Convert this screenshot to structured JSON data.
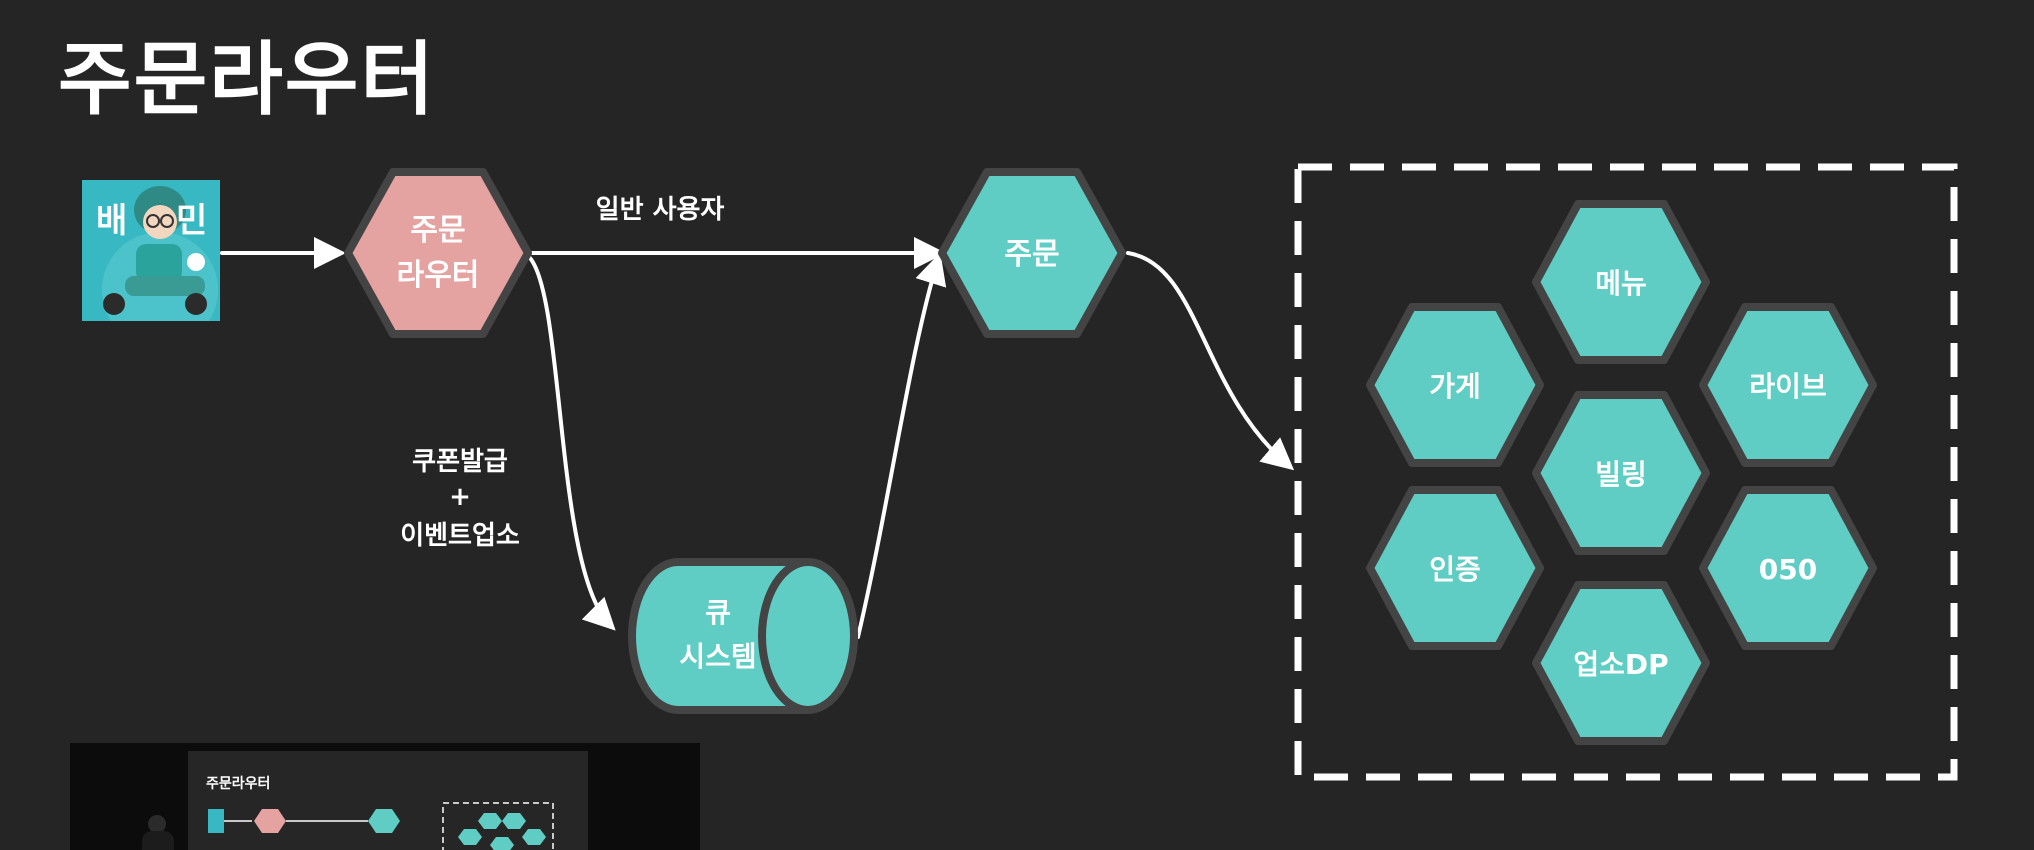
{
  "title": "주문라우터",
  "colors": {
    "background": "#252525",
    "teal": "#5fcdc4",
    "pink": "#e4a2a0",
    "hex_border": "#444444",
    "arrow": "#ffffff"
  },
  "app_icon": {
    "left_text": "배",
    "right_text": "민",
    "bg": "#38b8c3"
  },
  "nodes": {
    "router_line1": "주문",
    "router_line2": "라우터",
    "order": "주문",
    "queue_line1": "큐",
    "queue_line2": "시스템"
  },
  "edge_labels": {
    "general_user": "일반 사용자",
    "coupon_line1": "쿠폰발급",
    "coupon_line2": "+",
    "coupon_line3": "이벤트업소"
  },
  "services": {
    "menu": "메뉴",
    "store": "가게",
    "live": "라이브",
    "billing": "빌링",
    "auth": "인증",
    "o50": "050",
    "store_dp": "업소DP"
  },
  "thumbnail": {
    "title": "주문라우터"
  }
}
